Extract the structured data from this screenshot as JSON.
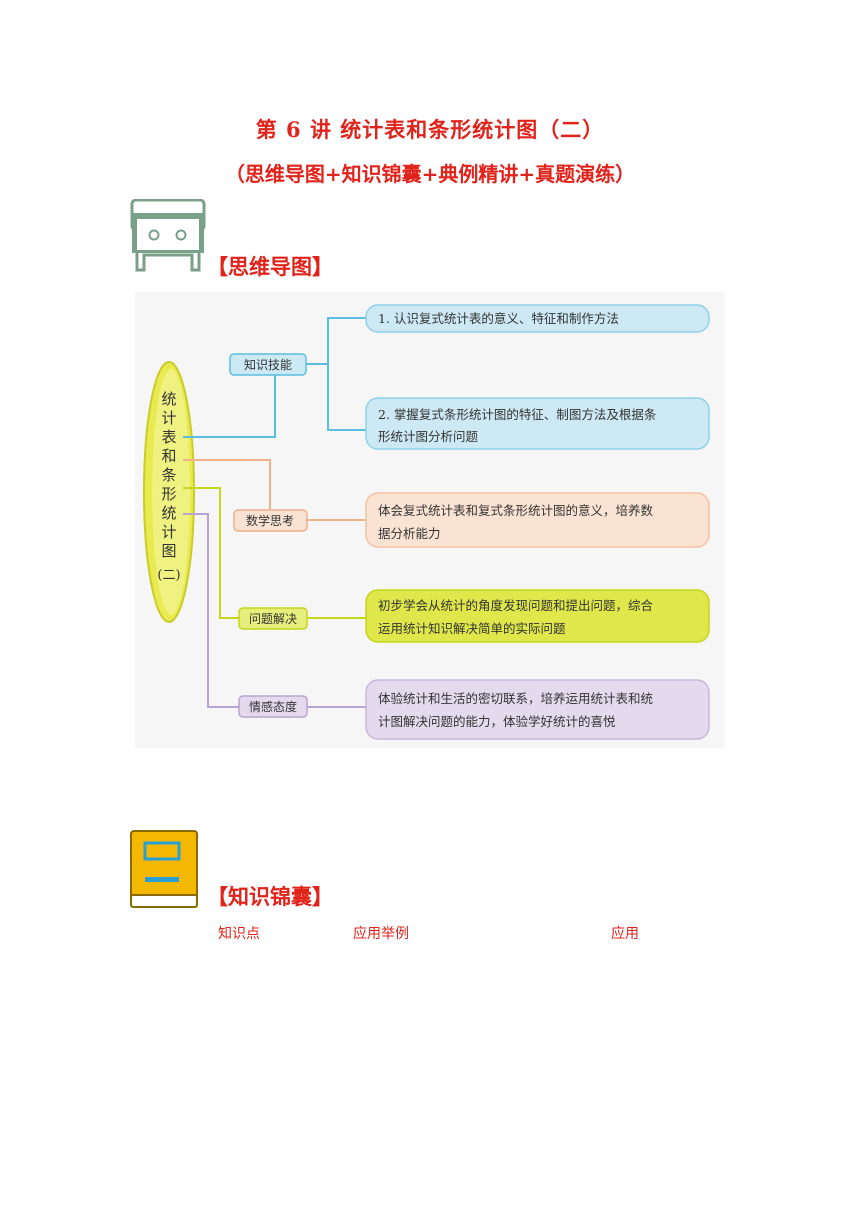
{
  "document": {
    "title": "第 6 讲  统计表和条形统计图（二）",
    "subtitle": "（思维导图+知识锦囊+典例精讲+真题演练）"
  },
  "sections": {
    "mindmap_heading": "【思维导图】",
    "knowledge_heading": "【知识锦囊】",
    "mindmap_icon": "cabinet-icon",
    "knowledge_icon": "book-icon"
  },
  "mindmap": {
    "center": "统计表和条形统计图（二）",
    "center_chars": [
      "统",
      "计",
      "表",
      "和",
      "条",
      "形",
      "统",
      "计",
      "图",
      "(二)"
    ],
    "branches": [
      {
        "label": "知识技能",
        "color": "#5bbde0",
        "items": [
          [
            "1.  认识复式统计表的意义、特征和制作方法"
          ],
          [
            "2.  掌握复式条形统计图的特征、制图方法及根据条",
            "形统计图分析问题"
          ]
        ]
      },
      {
        "label": "数学思考",
        "color": "#f0b08a",
        "items": [
          [
            "体会复式统计表和复式条形统计图的意义，培养数",
            "据分析能力"
          ]
        ]
      },
      {
        "label": "问题解决",
        "color": "#c4d61c",
        "items": [
          [
            "初步学会从统计的角度发现问题和提出问题，综合",
            "运用统计知识解决简单的实际问题"
          ]
        ]
      },
      {
        "label": "情感态度",
        "color": "#b9a3d1",
        "items": [
          [
            "体验统计和生活的密切联系，培养运用统计表和统",
            "计图解决问题的能力，体验学好统计的喜悦"
          ]
        ]
      }
    ]
  },
  "knowledge_table": {
    "headers": [
      "知识点",
      "应用举例",
      "应用"
    ]
  }
}
